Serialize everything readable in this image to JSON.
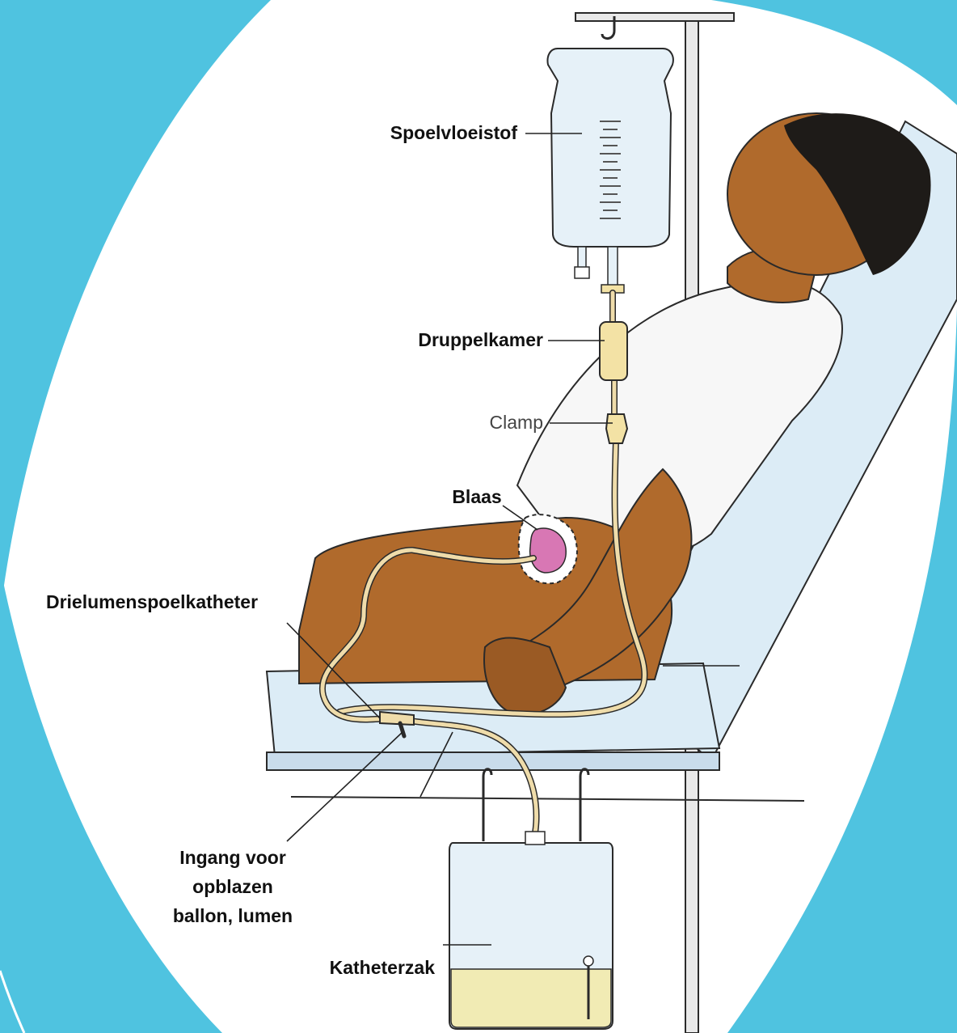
{
  "labels": {
    "irrigation_fluid": "Spoelvloeistof",
    "drip_chamber": "Druppelkamer",
    "clamp": "Clamp",
    "bladder": "Blaas",
    "catheter": "Drielumenspoelkatheter",
    "balloon_port": [
      "Ingang voor",
      "opblazen",
      "ballon, lumen"
    ],
    "catheter_bag": "Katheterzak"
  },
  "colors": {
    "frame_accent": "#4fc3e0",
    "skin": "#b06a2c",
    "skin_dark": "#8a4f1e",
    "bed": "#dcecf6",
    "bag": "#e6f1f8",
    "urine": "#f1ebb4",
    "tube": "#efdcaa",
    "bladder": "#d877b4",
    "drip_chamber": "#f3e2a5"
  }
}
